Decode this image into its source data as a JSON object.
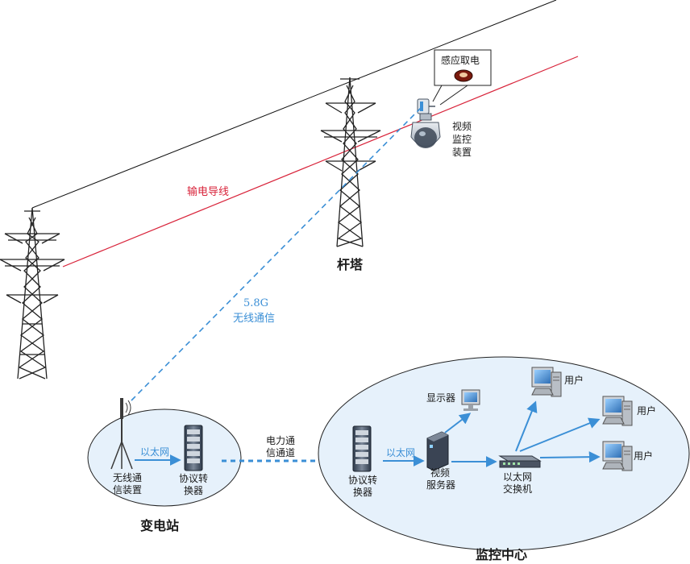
{
  "labels": {
    "power_line": "输电导线",
    "tower": "杆塔",
    "induction_line1": "感应取电",
    "video_v1": "视",
    "video_v2": "频",
    "video_v3": "监",
    "video_v4": "控",
    "video_v5": "装",
    "video_v6": "置",
    "wireless_freq": "5.8G",
    "wireless_text": "无线通信",
    "substation": "变电站",
    "wireless_dev_line1": "无线通",
    "wireless_dev_line2": "信装置",
    "ethernet_left": "以太网",
    "protocol_left_line1": "协议转",
    "protocol_left_line2": "换器",
    "power_channel_line1": "电力通",
    "power_channel_line2": "信通道",
    "protocol_right_line1": "协议转",
    "protocol_right_line2": "换器",
    "ethernet_right": "以太网",
    "video_server_line1": "视频",
    "video_server_line2": "服务器",
    "display": "显示器",
    "switch_line1": "以太网",
    "switch_line2": "交换机",
    "user1": "用户",
    "user2": "用户",
    "user3": "用户",
    "monitor_center": "监控中心"
  },
  "colors": {
    "power_line": "#d8233a",
    "ground_wire": "#111111",
    "wireless_link": "#3b8fd6",
    "arrow": "#3b8fd6",
    "ellipse_fill": "#e6f1fb",
    "ellipse_stroke": "#222222"
  }
}
